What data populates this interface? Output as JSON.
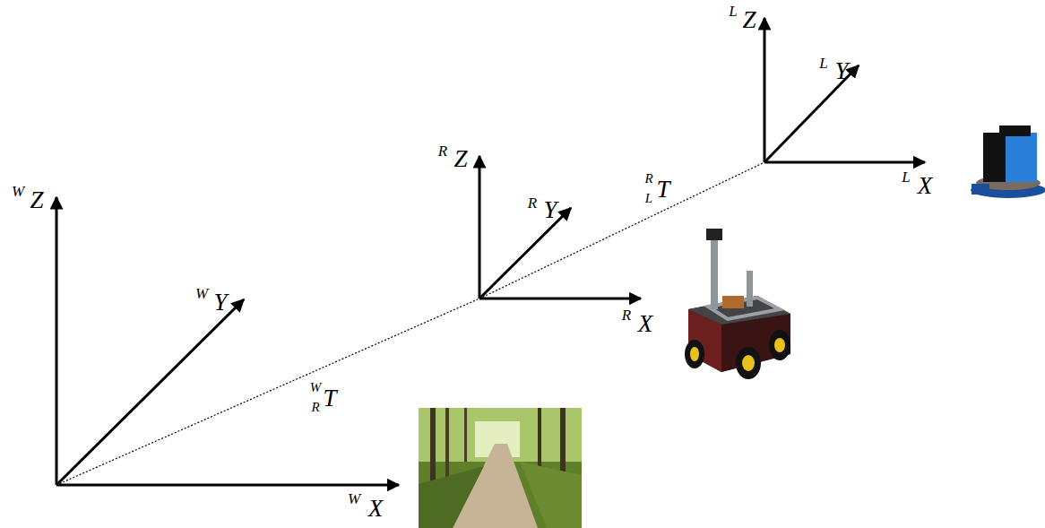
{
  "diagram": {
    "labels": [
      "W",
      "Z",
      "W",
      "Y",
      "W",
      "X",
      "R",
      "Z",
      "R",
      "Y",
      "R",
      "X",
      "L",
      "Z",
      "L",
      "Y",
      "L",
      "X",
      "W",
      "R",
      "T",
      "R",
      "L",
      "T"
    ]
  }
}
